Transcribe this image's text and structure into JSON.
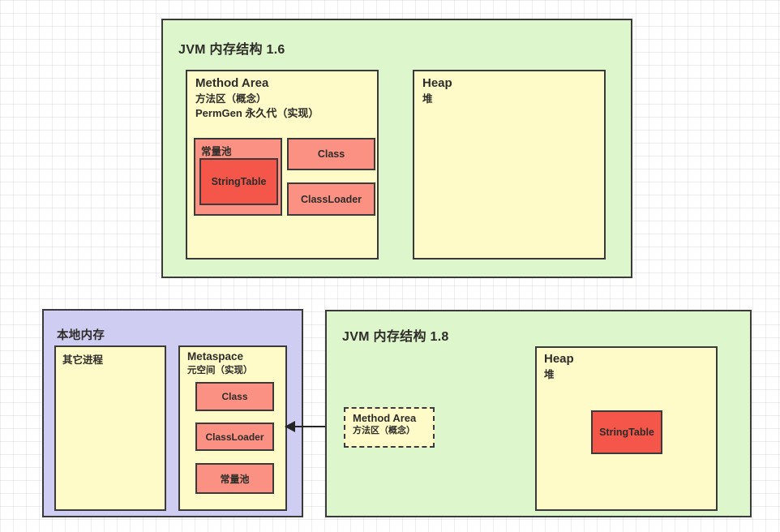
{
  "colors": {
    "container_green": "#ddf6cb",
    "container_purple": "#d0cdf3",
    "box_yellow": "#fffbc9",
    "box_salmon": "#fb9183",
    "box_red": "#f4564a",
    "border_dark": "#3a3a3a"
  },
  "diagram_16": {
    "title": "JVM 内存结构 1.6",
    "method_area": {
      "title": "Method Area",
      "subtitle1": "方法区（概念）",
      "subtitle2": "PermGen 永久代（实现）",
      "constant_pool": {
        "label": "常量池",
        "string_table": "StringTable"
      },
      "class_box": "Class",
      "classloader_box": "ClassLoader"
    },
    "heap": {
      "title": "Heap",
      "subtitle": "堆"
    }
  },
  "native_memory": {
    "title": "本地内存",
    "other_process": {
      "label": "其它进程"
    },
    "metaspace": {
      "title": "Metaspace",
      "subtitle": "元空间（实现）",
      "class_box": "Class",
      "classloader_box": "ClassLoader",
      "constant_pool_box": "常量池"
    }
  },
  "diagram_18": {
    "title": "JVM 内存结构 1.8",
    "method_area_dashed": {
      "title": "Method Area",
      "subtitle": "方法区（概念）"
    },
    "heap": {
      "title": "Heap",
      "subtitle": "堆",
      "string_table": "StringTable"
    }
  }
}
